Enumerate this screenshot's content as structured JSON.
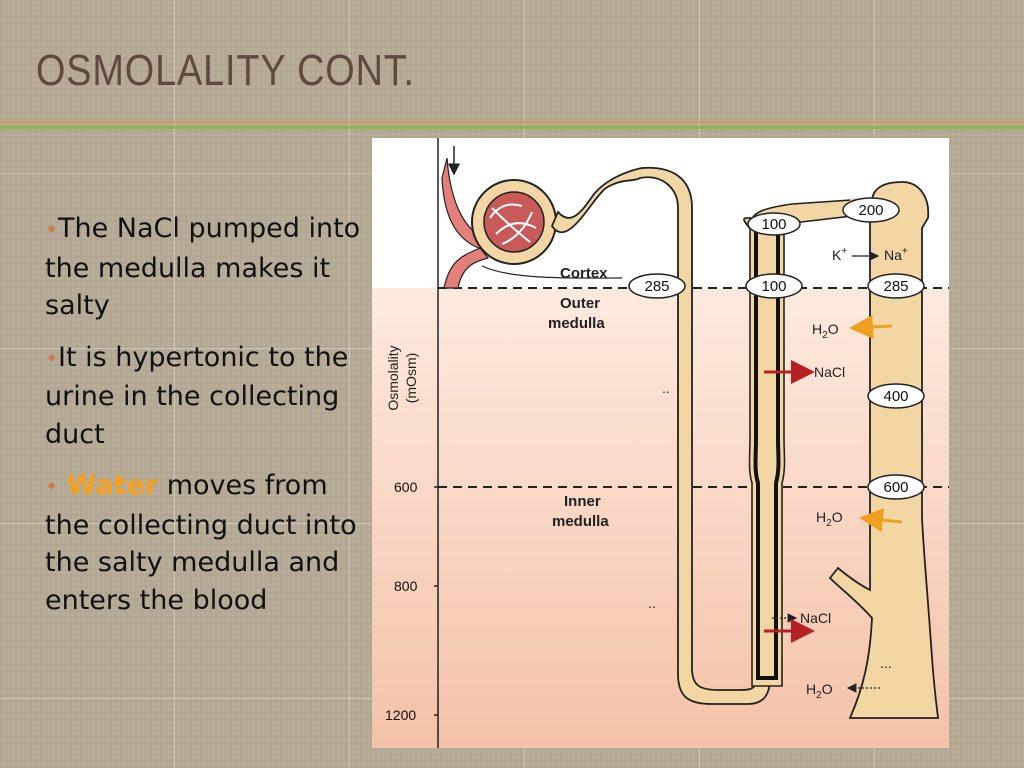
{
  "title": "OSMOLALITY CONT.",
  "bullets": {
    "b1": {
      "text": "The NaCl pumped into the medulla makes it salty"
    },
    "b2": {
      "text": "It is hypertonic to the urine in the collecting duct"
    },
    "b3": {
      "highlight": "Water",
      "rest": " moves from the collecting duct into the salty medulla and enters the blood"
    }
  },
  "figure": {
    "axis": {
      "label_line1": "Osmolality",
      "label_line2": "(mOsm)",
      "ticks": [
        "600",
        "800",
        "1200"
      ]
    },
    "regions": {
      "cortex": "Cortex",
      "outer_line1": "Outer",
      "outer_line2": "medulla",
      "inner_line1": "Inner",
      "inner_line2": "medulla"
    },
    "ovals": {
      "ascending_top": "100",
      "ascending_boundary": "100",
      "descending_boundary": "285",
      "duct_top": "200",
      "duct_boundary": "285",
      "duct_mid": "400",
      "duct_inner": "600"
    },
    "labels": {
      "k": "K",
      "na": "Na",
      "plus": "+",
      "h2o_h": "H",
      "h2o_sub": "2",
      "h2o_o": "O",
      "nacl": "NaCl"
    },
    "colors": {
      "tubule": "#f2d7a4",
      "tubule_outline": "#1a1a1a",
      "medulla_gradient_top": "#fdeadf",
      "medulla_gradient_bottom": "#f4c2a8",
      "blood": "#e4807a",
      "nacl_arrow": "#b52025",
      "water_arrow": "#f0a020"
    }
  }
}
